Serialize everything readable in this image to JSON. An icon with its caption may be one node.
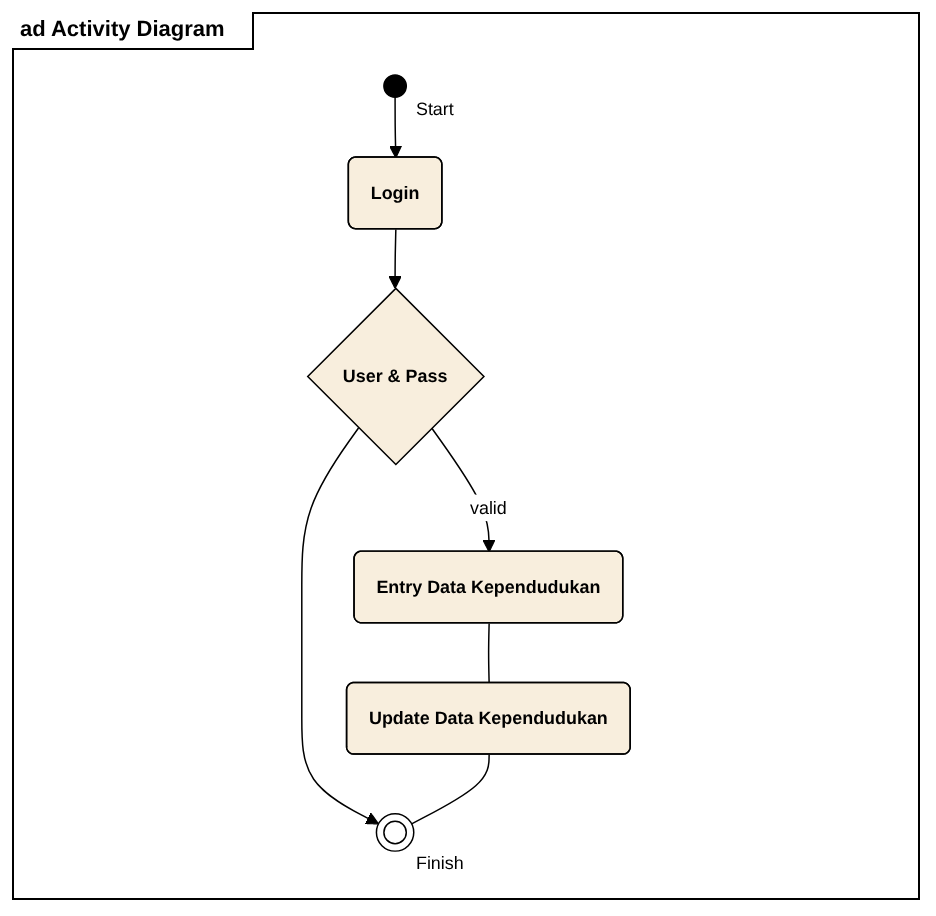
{
  "diagram": {
    "title": "ad Activity Diagram",
    "nodes": [
      {
        "text": [],
        "shape": "circle",
        "beside": [
          "Start"
        ]
      },
      {
        "text": [
          "Login"
        ]
      },
      {
        "text": [
          "User & Pass"
        ]
      },
      {
        "text": [],
        "shape": "circle",
        "beside": [
          "Finish"
        ]
      },
      {
        "text": [
          "Entry Data Kependudukan"
        ]
      },
      {
        "text": [
          "Update Data Kependudukan"
        ]
      }
    ],
    "edges": [
      {
        "from": 0,
        "to": 1,
        "arrow": "to"
      },
      {
        "from": 1,
        "to": 2,
        "arrow": "to"
      },
      {
        "from": 2,
        "to": 3,
        "arrow": "to"
      },
      {
        "from": 2,
        "to": 4,
        "label": "valid",
        "arrow": "to"
      },
      {
        "from": 4,
        "to": 5,
        "arrow": "none"
      },
      {
        "from": 5,
        "to": 3,
        "arrow": "none"
      }
    ]
  }
}
